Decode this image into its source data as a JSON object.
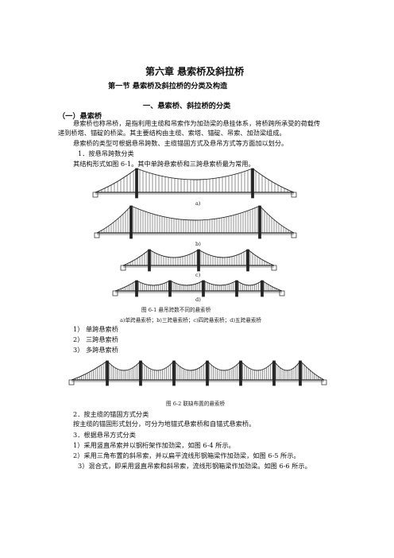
{
  "doc": {
    "chapter_title": "第六章  悬索桥及斜拉桥",
    "section_title": "第一节   悬索桥及斜拉桥的分类及构造",
    "subsection_title": "一、悬索桥、斜拉桥的分类",
    "part_label": "（一）悬索桥",
    "para1_line1": "悬索桥也称吊桥，是指利用主缆和吊索作为加劲梁的悬挂体系，将桥跨所承受的荷载传",
    "para1_line2": "递到桥塔、锚碇的桥梁。其主要结构由主缆、索塔、锚碇、吊索、加劲梁组成。",
    "para2": "悬索桥的类型可根据悬吊跨数、主缆锚固方式及悬吊方式等方面加以划分。",
    "item1_head": "1．按悬吊跨数分类",
    "item1_text": "其结构形式如图 6-1。其中单跨悬索桥和三跨悬索桥最为常用。",
    "fig1_sub_a": "a)",
    "fig1_sub_b": "b)",
    "fig1_sub_c": "c)",
    "fig1_sub_d": "d)",
    "fig1_caption": "图 6-1  悬吊跨数不同的悬索桥",
    "fig1_subcaption": "a)单跨悬索桥；b)三跨悬索桥；c)四跨悬索桥；d)五跨悬索桥",
    "list": [
      "1）  单跨悬索桥",
      "2）  三跨悬索桥",
      "3）  多跨悬索桥"
    ],
    "fig2_caption": "图 6-2  联缺布置的悬索桥",
    "item2_head": "2．按主缆的锚固方式分类",
    "item2_text": "按主缆的锚固形式划分，可分为地锚式悬索桥和自锚式悬索桥。",
    "item3_head": "3．根据悬吊方式分类",
    "item3_l1": "1）采用竖直吊索并以钢桁架作加劲梁，如图 6-4 所示。",
    "item3_l2": "2）采用三角布置的斜吊索，并以扁平流线形钢箱梁作加劲梁，如图 6-5 所示。",
    "item3_l3": "3）混合式，即采用竖直吊索和斜吊索，流线形钢箱梁作加劲梁。如图 6-6 所示。"
  }
}
